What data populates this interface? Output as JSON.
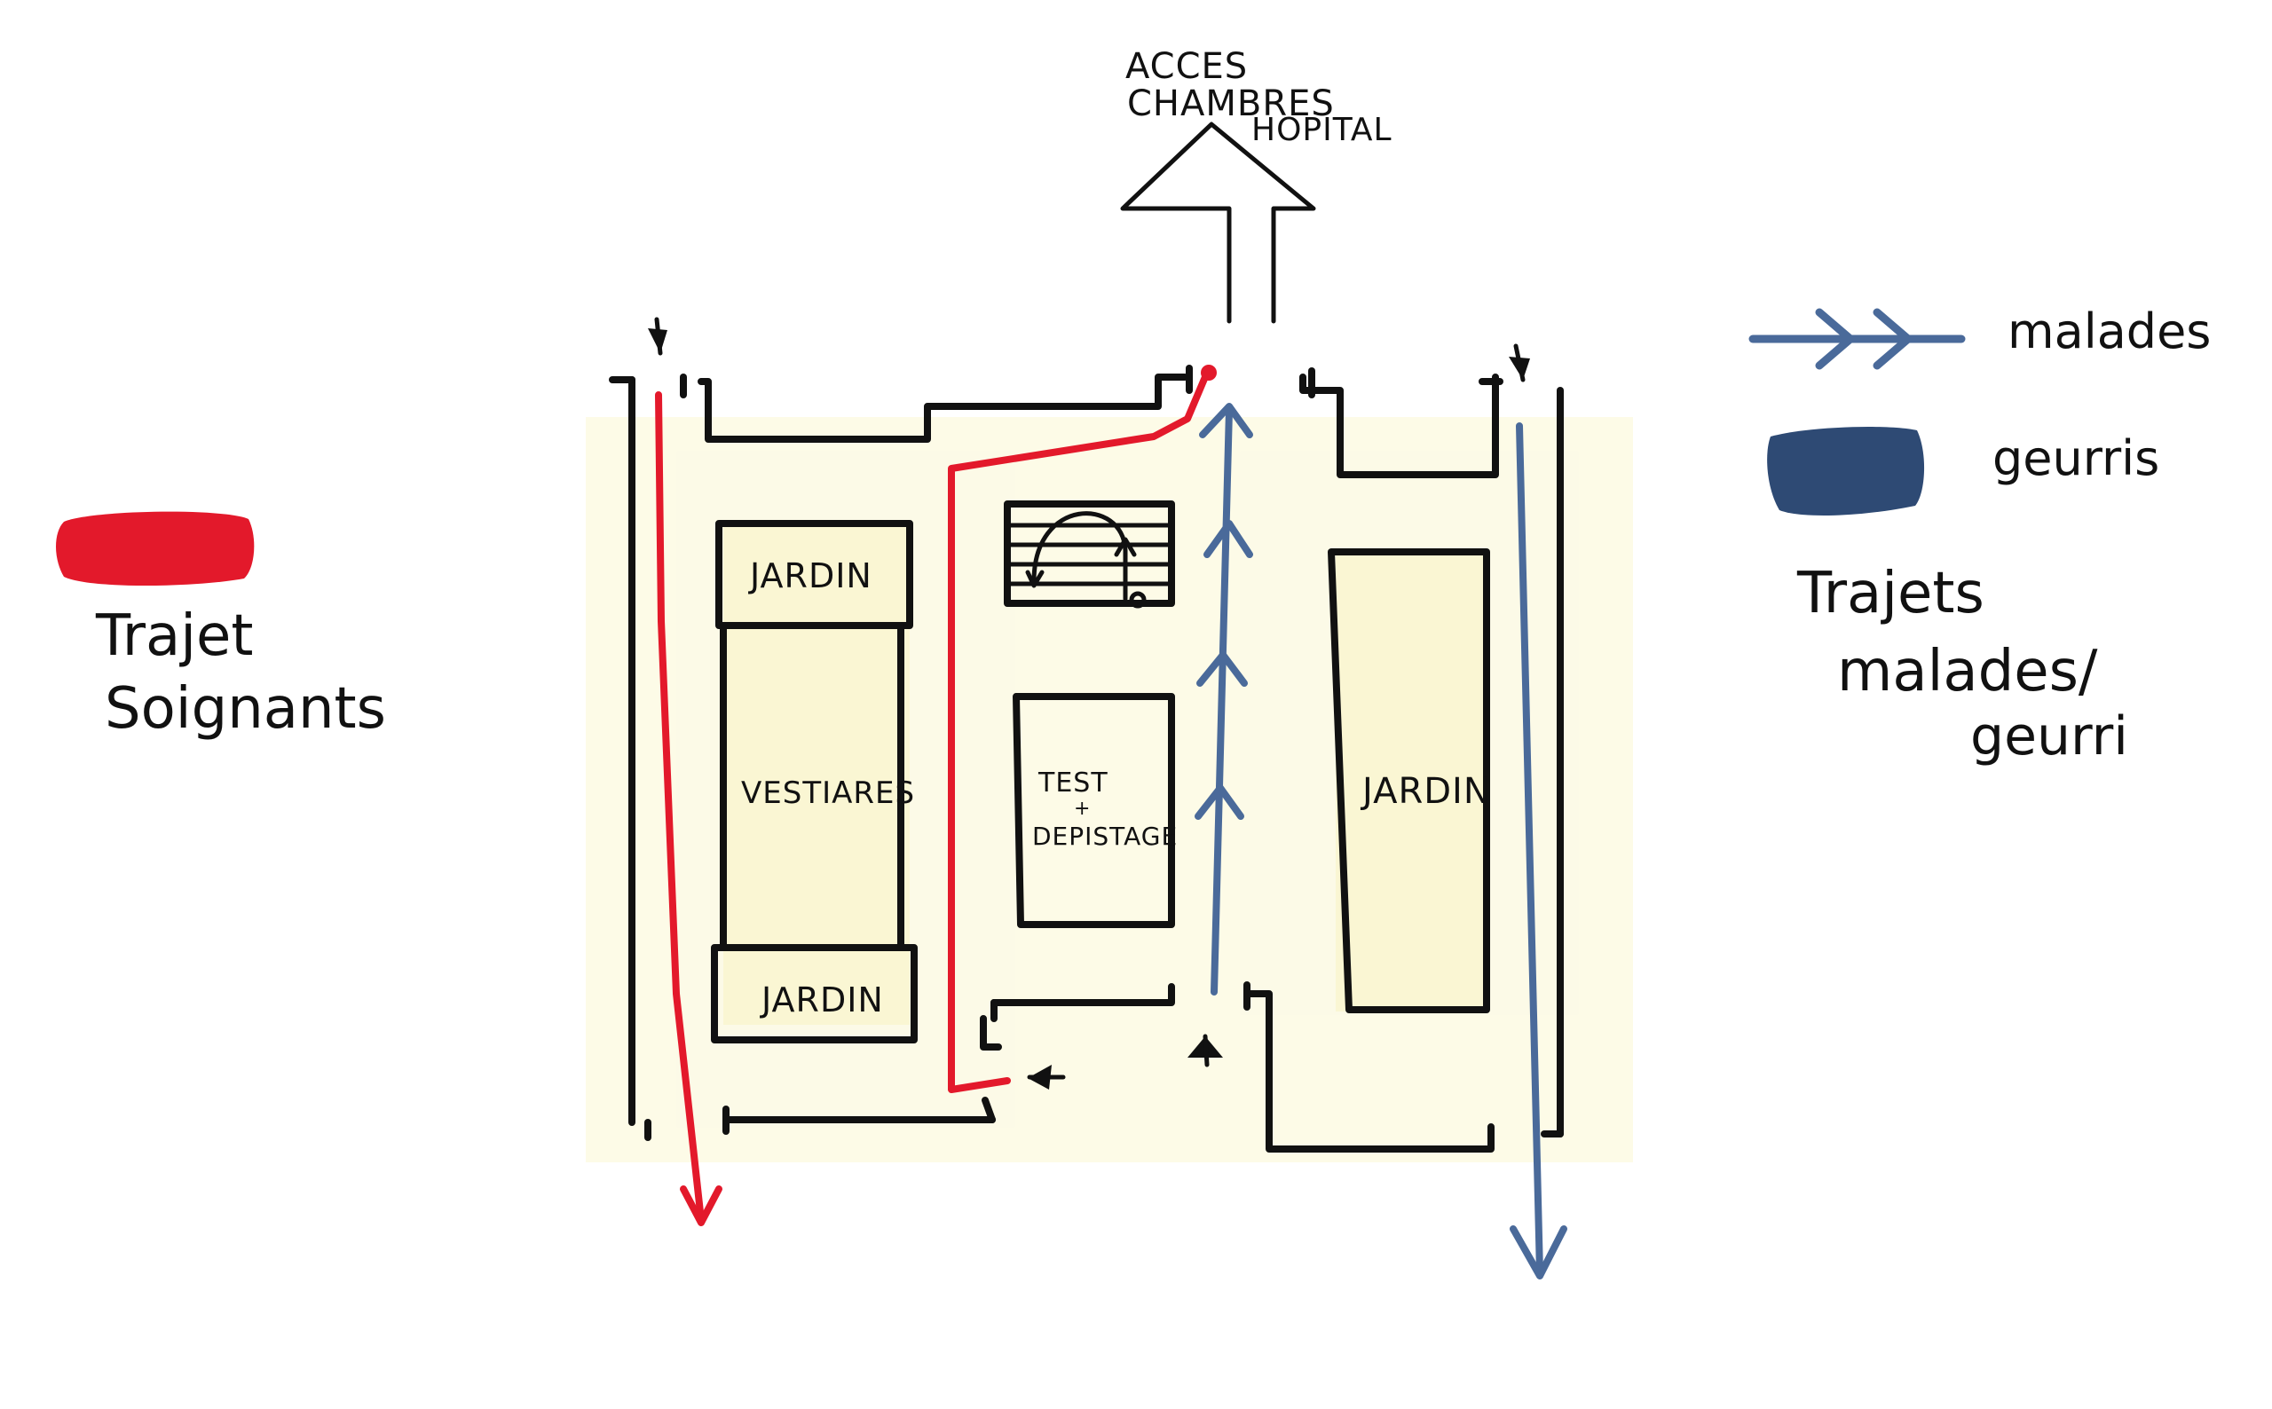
{
  "top_label": {
    "line1": "ACCES",
    "line2": "CHAMBRES",
    "line3": "HOPITAL"
  },
  "rooms": {
    "jardin_top": "JARDIN",
    "vestiaires": "VESTIARES",
    "jardin_bottom": "JARDIN",
    "test_line1": "TEST",
    "test_plus": "+",
    "test_line2": "DEPISTAGE",
    "jardin_right": "JARDIN"
  },
  "legend_left": {
    "line1": "Trajet",
    "line2": "Soignants",
    "color": "#e3192b"
  },
  "legend_right": {
    "malades": "malades",
    "guerris": "geurris",
    "title_line1": "Trajets",
    "title_line2": "malades/",
    "title_line3": "geurri",
    "arrow_color": "#4a6a9a",
    "swatch_color": "#2e4a74"
  }
}
